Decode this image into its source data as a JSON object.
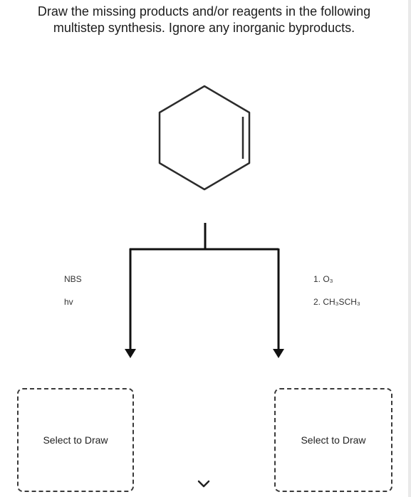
{
  "instructions": {
    "line1": "Draw the missing products and/or reagents in the following",
    "line2": "multistep synthesis. Ignore any inorganic byproducts."
  },
  "left_branch": {
    "reagent_1": "NBS",
    "reagent_2": "hv",
    "draw_label": "Select to Draw"
  },
  "right_branch": {
    "reagent_1": "1. O₃",
    "reagent_2": "2. CH₃SCH₃",
    "draw_label": "Select to Draw"
  },
  "starting_material": "cyclohexene",
  "icons": {
    "next": "chevron-down-icon"
  },
  "colors": {
    "line": "#2b2b2b",
    "text": "#222222"
  }
}
